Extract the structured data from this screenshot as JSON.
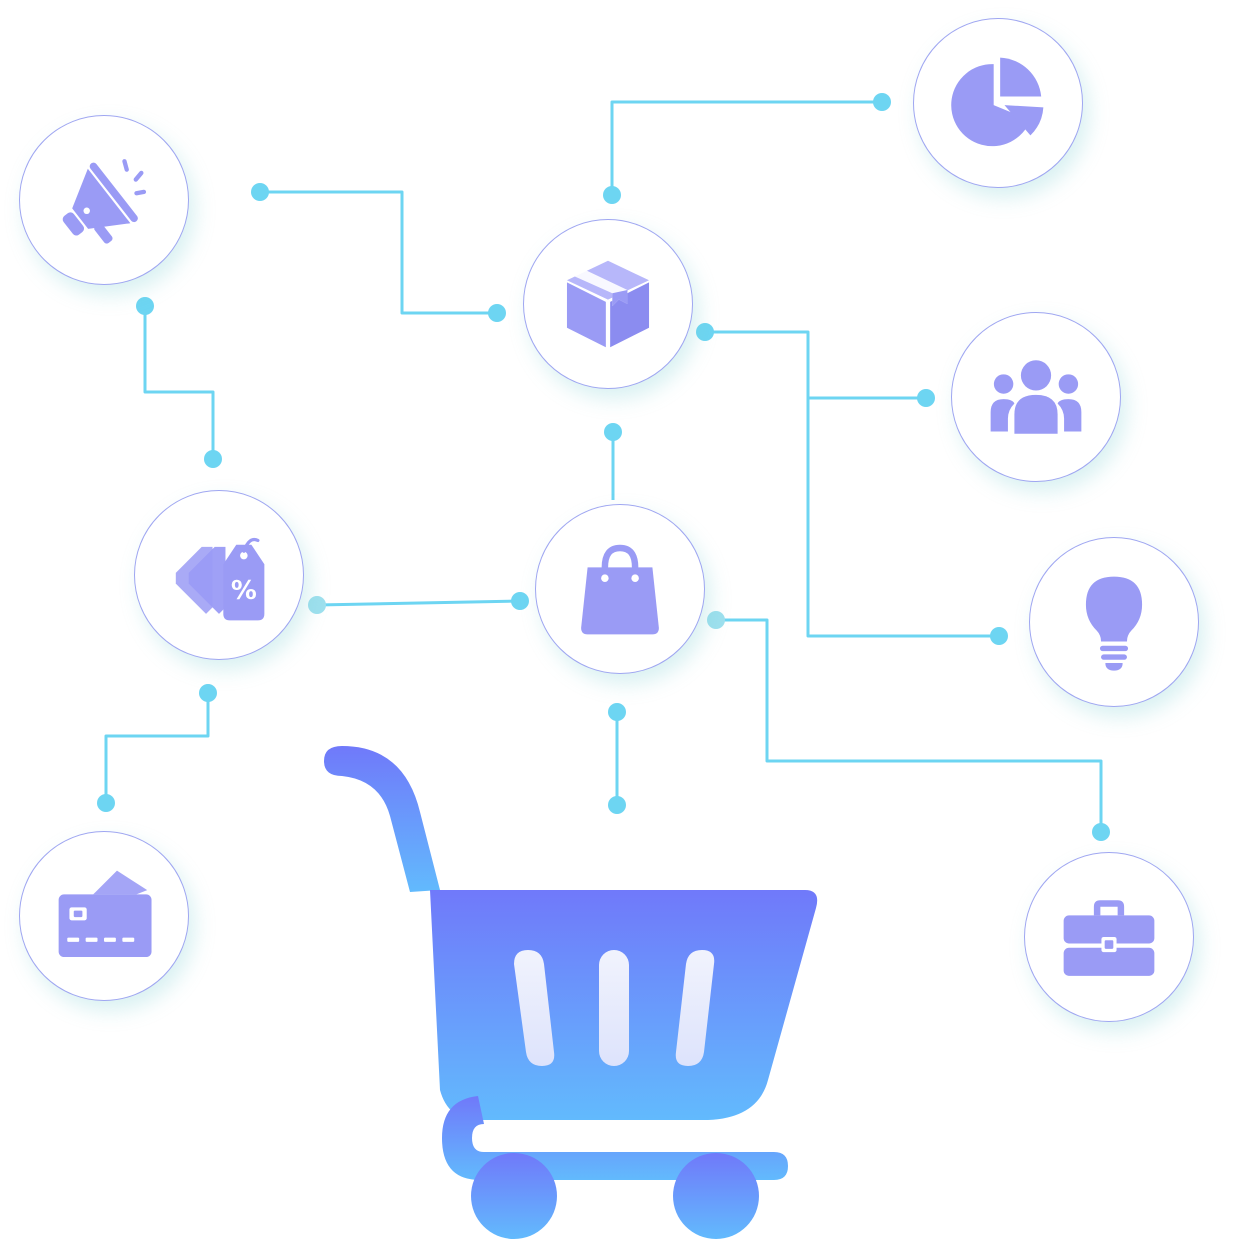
{
  "colors": {
    "connector": "#6dd5f2",
    "icon": "#9a9bf5",
    "node_border": "#9fa6f1",
    "node_fill": "#ffffff",
    "cart_gradient_top": "#7079fa",
    "cart_gradient_bottom": "#62bafd",
    "cart_slots": "#e6eafd"
  },
  "nodes": [
    {
      "name": "marketing-node",
      "icon": "megaphone-icon"
    },
    {
      "name": "product-node",
      "icon": "package-box-icon"
    },
    {
      "name": "analytics-node",
      "icon": "pie-chart-icon"
    },
    {
      "name": "customers-node",
      "icon": "user-group-icon"
    },
    {
      "name": "discount-node",
      "icon": "price-tags-icon"
    },
    {
      "name": "shopping-node",
      "icon": "shopping-bag-icon"
    },
    {
      "name": "ideas-node",
      "icon": "lightbulb-icon"
    },
    {
      "name": "payment-node",
      "icon": "credit-card-icon"
    },
    {
      "name": "business-node",
      "icon": "briefcase-icon"
    }
  ],
  "hero": {
    "icon": "shopping-cart-icon"
  }
}
